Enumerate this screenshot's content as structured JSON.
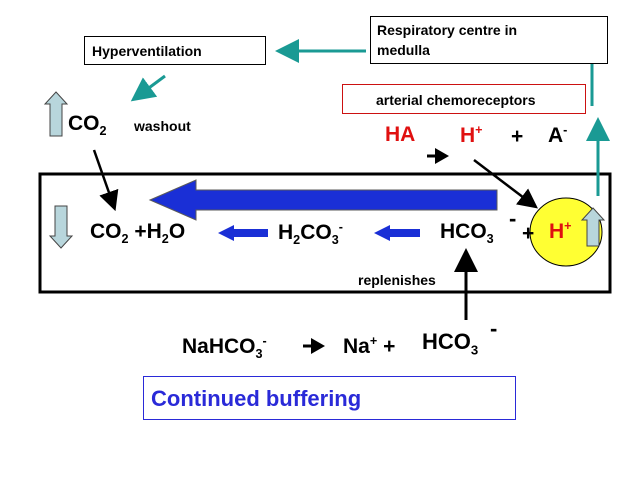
{
  "boxes": {
    "hyperventilation": "Hyperventilation",
    "respiratory_centre_line1": "Respiratory centre in",
    "respiratory_centre_line2": "medulla",
    "chemoreceptors": "arterial chemoreceptors",
    "continued_buffering": "Continued buffering"
  },
  "top_row": {
    "co2": "CO",
    "co2_sub": "2",
    "washout": "washout",
    "ha": "HA",
    "h": "H",
    "h_sup": "+",
    "plus": "+",
    "a": "A",
    "a_sup": "-"
  },
  "reaction": {
    "co2": "CO",
    "co2_sub": "2",
    "plus": "+",
    "h2o_h": "H",
    "h2o_sub": "2",
    "h2o_o": "O",
    "h2co3_h": "H",
    "h2co3_sub1": "2",
    "h2co3_co": "CO",
    "h2co3_sub2": "3",
    "h2co3_sup": "-",
    "hco3": "HCO",
    "hco3_sub": "3",
    "hco3_sup": "-",
    "plus2": "+",
    "h": "H",
    "h_sup": "+"
  },
  "replenishes": "replenishes",
  "bottom": {
    "nahco3": "NaHCO",
    "nahco3_sub": "3",
    "nahco3_sup": "-",
    "na": "Na",
    "na_sup": "+",
    "plus": "+",
    "hco3": "HCO",
    "hco3_sub": "3",
    "hco3_sup": "-"
  },
  "colors": {
    "red_text": "#e01010",
    "teal_arrow": "#1a9a94",
    "blue_arrow": "#1a2fd6",
    "blue_text": "#2a2ad8",
    "h_circle": "#ffff33",
    "box_red_border": "#cc1111",
    "big_box_border": "#000000"
  }
}
